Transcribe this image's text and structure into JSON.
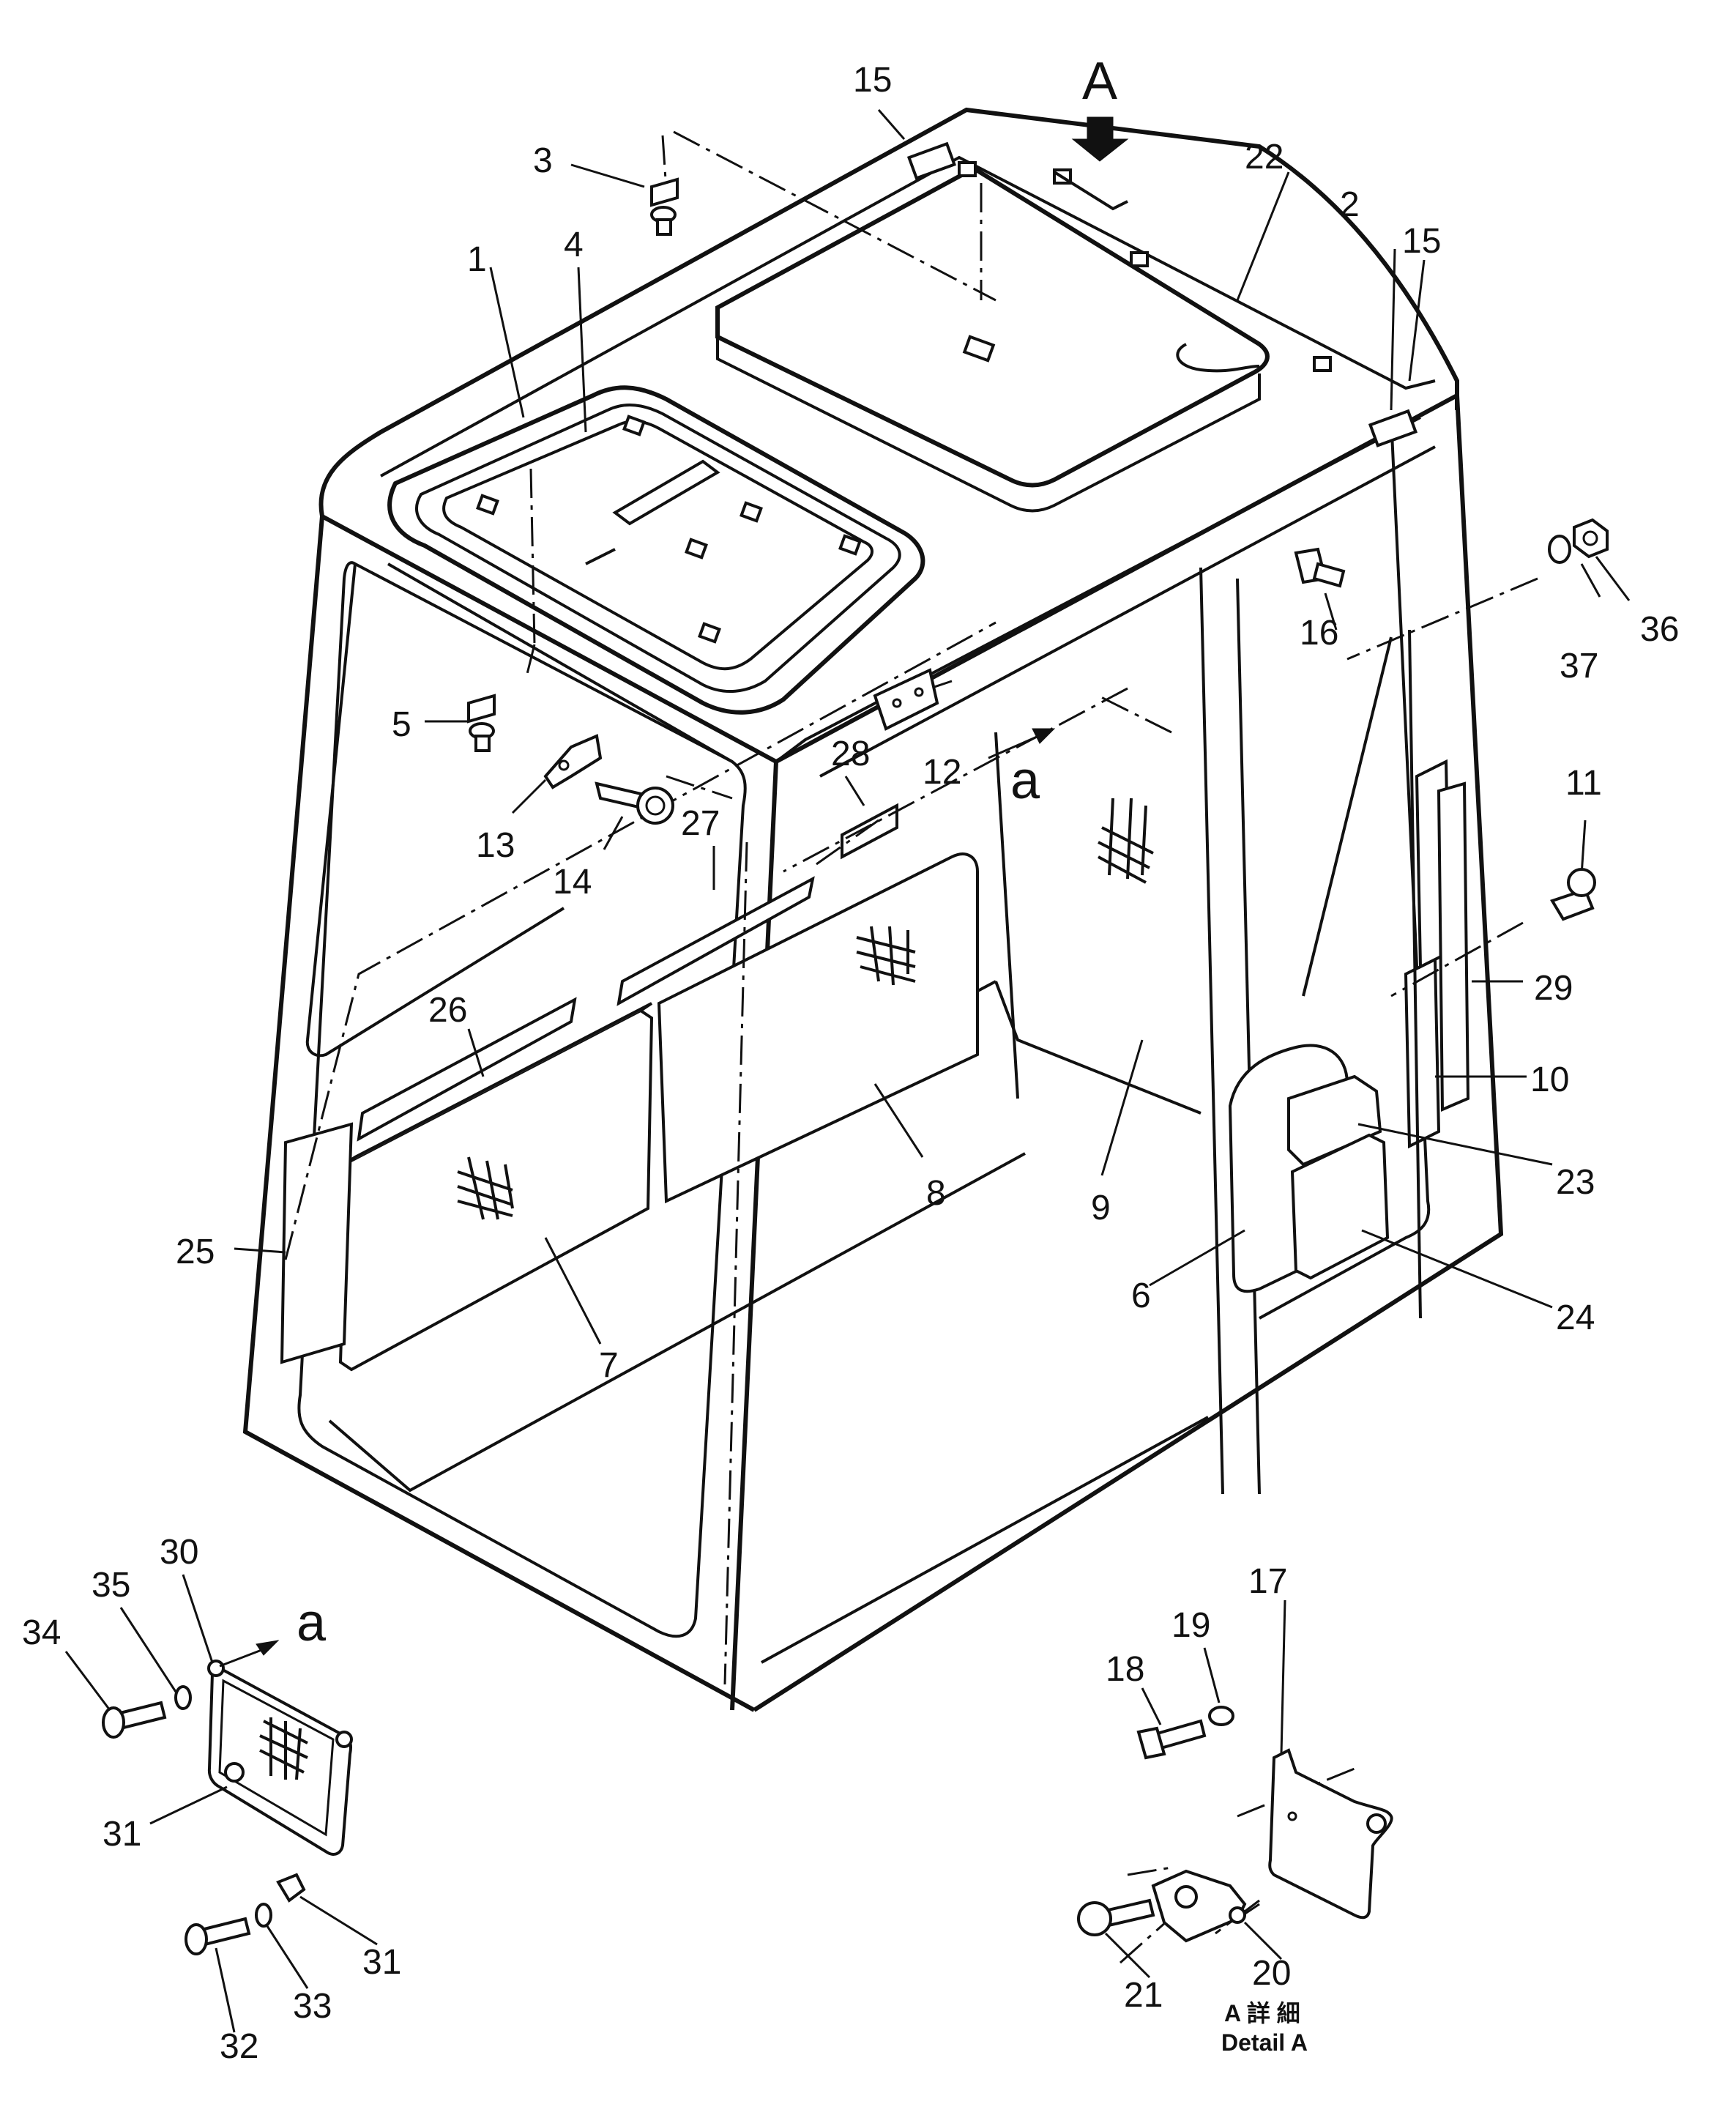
{
  "view_label": "A",
  "section_label": "a",
  "detail_caption_jp": "A 詳 細",
  "detail_caption_en": "Detail A",
  "callouts": [
    "1",
    "2",
    "3",
    "4",
    "5",
    "6",
    "7",
    "8",
    "9",
    "10",
    "11",
    "12",
    "13",
    "14",
    "15",
    "16",
    "17",
    "18",
    "19",
    "20",
    "21",
    "22",
    "23",
    "24",
    "25",
    "26",
    "27",
    "28",
    "29",
    "30",
    "31",
    "32",
    "33",
    "34",
    "35",
    "36",
    "37"
  ]
}
